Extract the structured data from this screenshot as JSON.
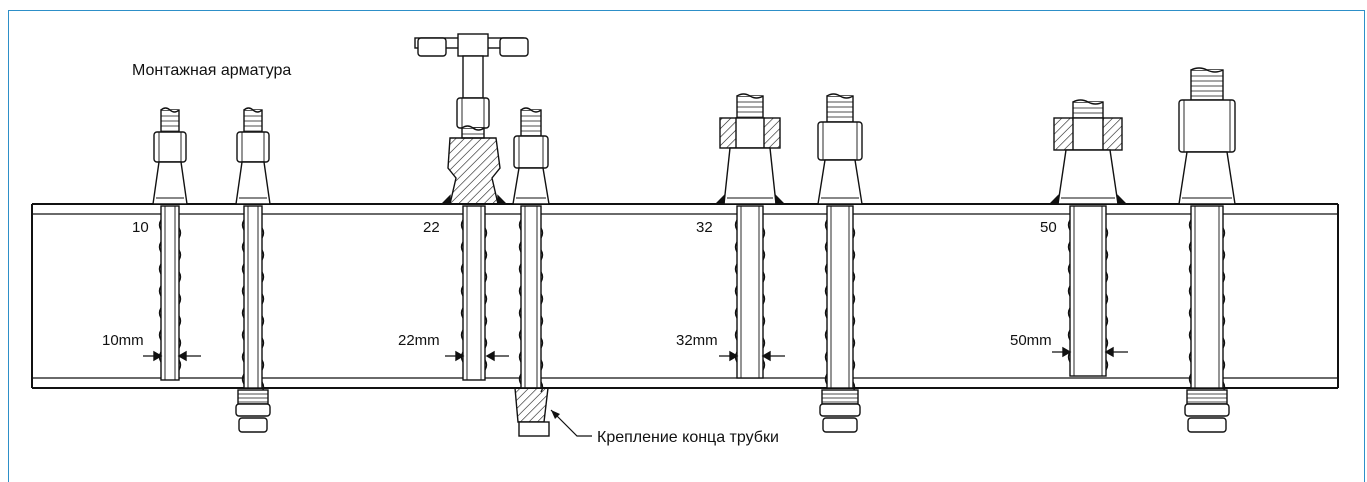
{
  "title": "",
  "labels": {
    "mounting_fitting": "Монтажная арматура",
    "tube_end_fastening": "Крепление конца трубки"
  },
  "probes": [
    {
      "size": "10",
      "width_label": "10mm"
    },
    {
      "size": "22",
      "width_label": "22mm"
    },
    {
      "size": "32",
      "width_label": "32mm"
    },
    {
      "size": "50",
      "width_label": "50mm"
    }
  ],
  "colors": {
    "frame": "#2d8fc8",
    "title": "#1f7ab5",
    "ink": "#111111"
  }
}
